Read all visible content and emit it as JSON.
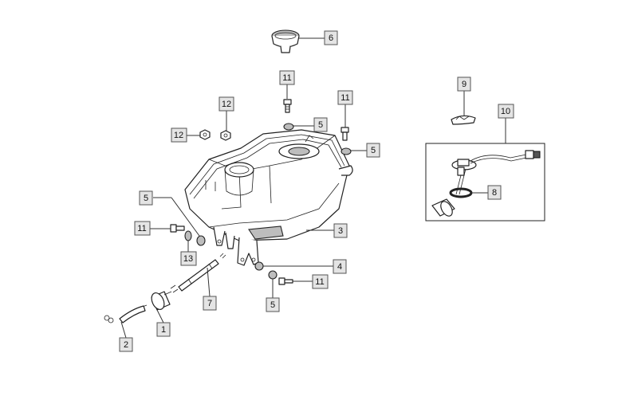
{
  "callouts": [
    {
      "id": "c6",
      "label": "6"
    },
    {
      "id": "c11a",
      "label": "11"
    },
    {
      "id": "c12a",
      "label": "12"
    },
    {
      "id": "c12b",
      "label": "12"
    },
    {
      "id": "c5a",
      "label": "5"
    },
    {
      "id": "c11b",
      "label": "11"
    },
    {
      "id": "c5b",
      "label": "5"
    },
    {
      "id": "c5c",
      "label": "5"
    },
    {
      "id": "c11c",
      "label": "11"
    },
    {
      "id": "c13",
      "label": "13"
    },
    {
      "id": "c3",
      "label": "3"
    },
    {
      "id": "c4",
      "label": "4"
    },
    {
      "id": "c11d",
      "label": "11"
    },
    {
      "id": "c5d",
      "label": "5"
    },
    {
      "id": "c7",
      "label": "7"
    },
    {
      "id": "c1",
      "label": "1"
    },
    {
      "id": "c2",
      "label": "2"
    },
    {
      "id": "c9",
      "label": "9"
    },
    {
      "id": "c10",
      "label": "10"
    },
    {
      "id": "c8",
      "label": "8"
    }
  ]
}
